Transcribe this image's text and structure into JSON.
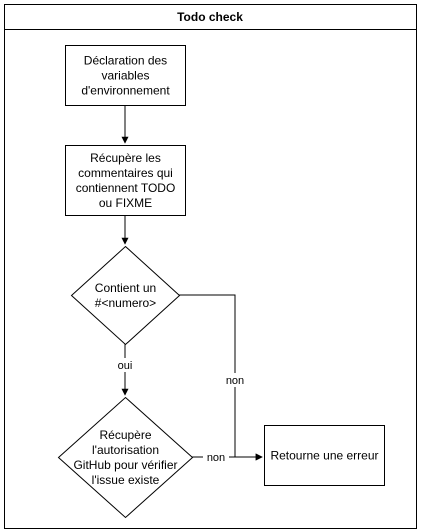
{
  "title": "Todo check",
  "nodes": {
    "declare_env": "Déclaration des\nvariables\nd'environnement",
    "fetch_comments": "Récupère les\ncommentaires qui\ncontiennent TODO\nou FIXME",
    "has_number": "Contient un\n#<numero>",
    "fetch_auth": "Récupère\nl'autorisation\nGitHub pour vérifier\nl'issue existe",
    "return_error": "Retourne une erreur"
  },
  "edge_labels": {
    "yes_1": "oui",
    "no_1": "non",
    "no_2": "non"
  },
  "colors": {
    "stroke": "#000000",
    "fill": "#ffffff",
    "text": "#000000"
  }
}
